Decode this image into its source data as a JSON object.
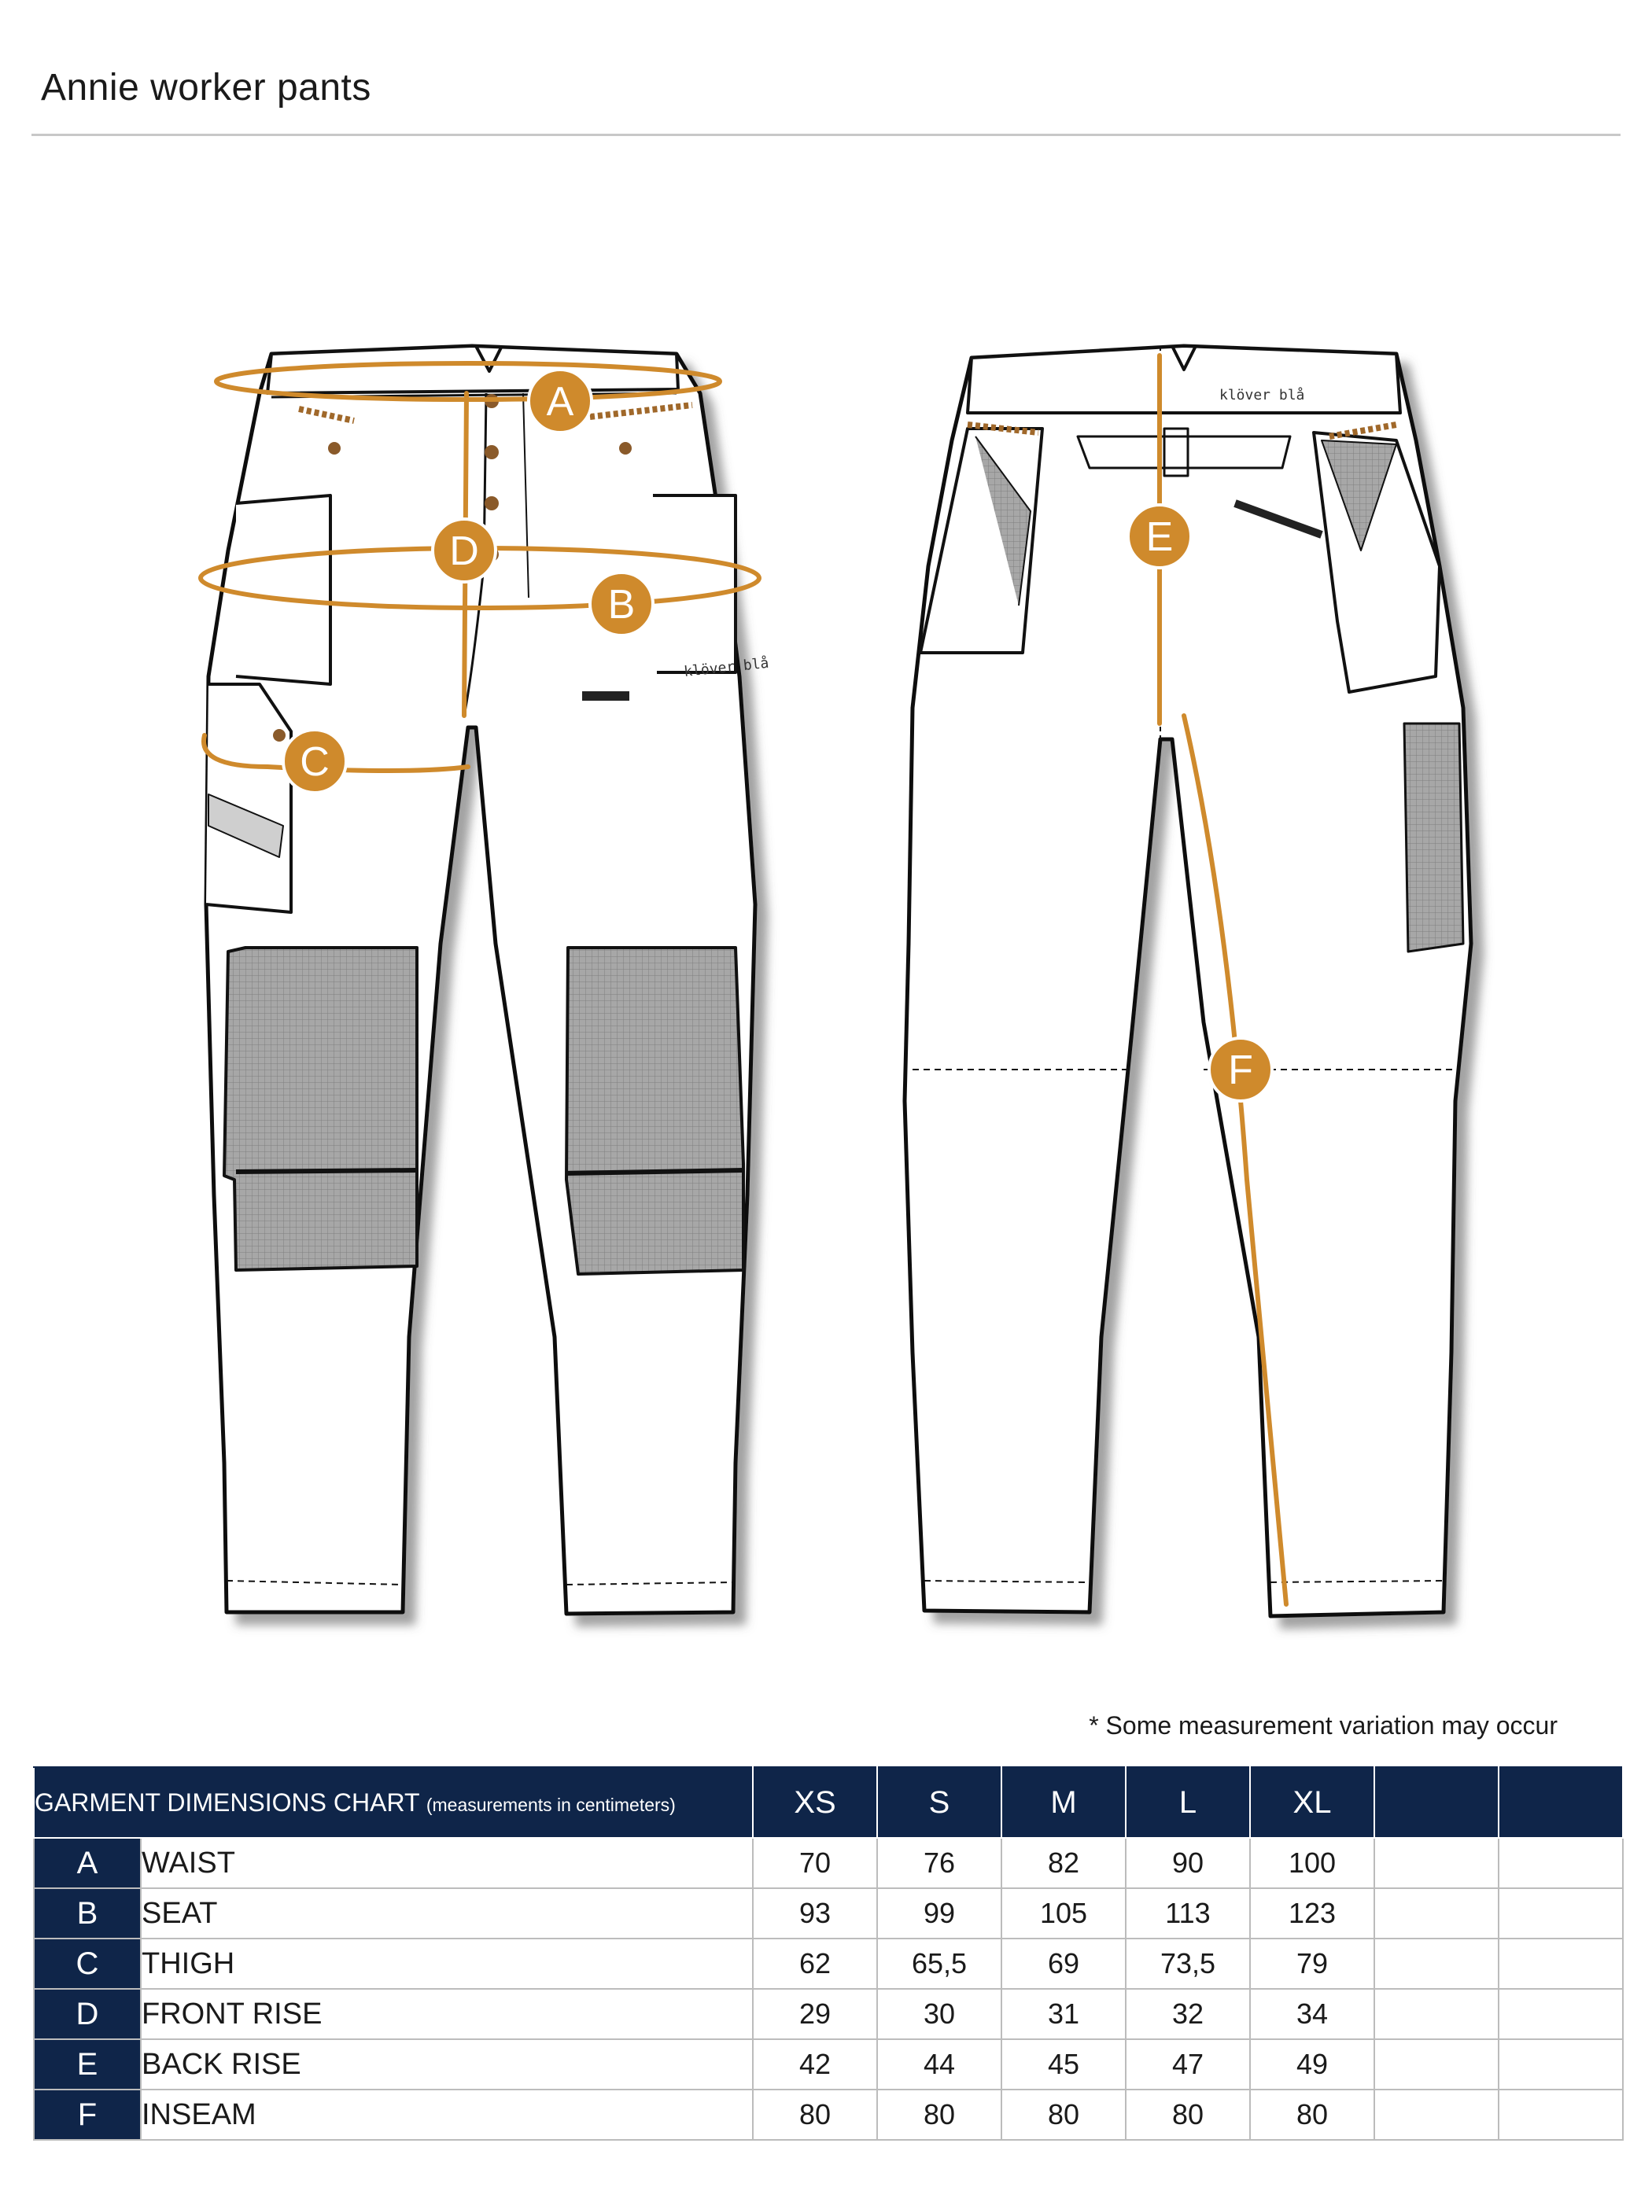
{
  "page": {
    "title": "Annie worker pants",
    "note": "* Some measurement variation may occur"
  },
  "drawing": {
    "brand_mark": "klöver blå",
    "measure_color": "#cf8a2c",
    "labels": [
      "A",
      "B",
      "C",
      "D",
      "E",
      "F"
    ]
  },
  "table": {
    "header_title": "GARMENT DIMENSIONS CHART",
    "header_subtitle": "(measurements in centimeters)",
    "sizes": [
      "XS",
      "S",
      "M",
      "L",
      "XL",
      "",
      ""
    ],
    "rows": [
      {
        "code": "A",
        "name": "WAIST",
        "values": [
          "70",
          "76",
          "82",
          "90",
          "100",
          "",
          ""
        ]
      },
      {
        "code": "B",
        "name": "SEAT",
        "values": [
          "93",
          "99",
          "105",
          "113",
          "123",
          "",
          ""
        ]
      },
      {
        "code": "C",
        "name": "THIGH",
        "values": [
          "62",
          "65,5",
          "69",
          "73,5",
          "79",
          "",
          ""
        ]
      },
      {
        "code": "D",
        "name": "FRONT RISE",
        "values": [
          "29",
          "30",
          "31",
          "32",
          "34",
          "",
          ""
        ]
      },
      {
        "code": "E",
        "name": "BACK RISE",
        "values": [
          "42",
          "44",
          "45",
          "47",
          "49",
          "",
          ""
        ]
      },
      {
        "code": "F",
        "name": "INSEAM",
        "values": [
          "80",
          "80",
          "80",
          "80",
          "80",
          "",
          ""
        ]
      }
    ],
    "header_color": "#0f2549"
  }
}
